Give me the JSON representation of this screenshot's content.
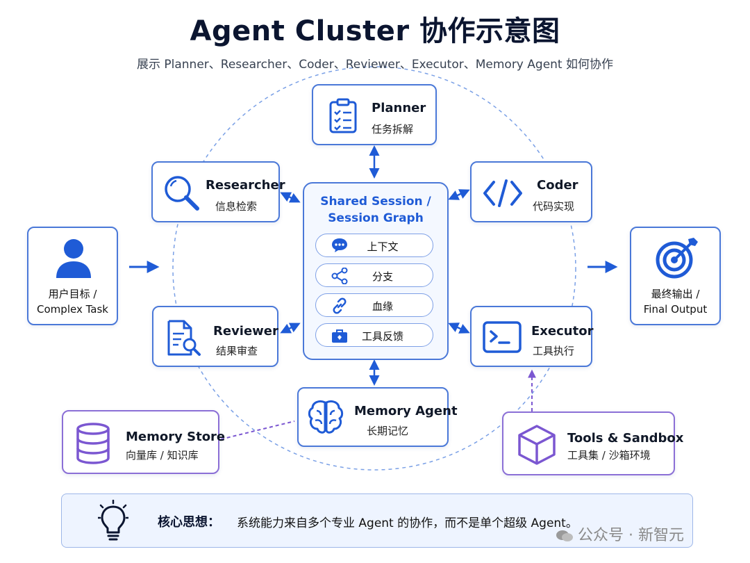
{
  "title": "Agent Cluster 协作示意图",
  "subtitle": "展示 Planner、Researcher、Coder、Reviewer、Executor、Memory Agent 如何协作",
  "nodes": {
    "planner": {
      "name": "Planner",
      "sub": "任务拆解",
      "icon": "clipboard-checklist-icon"
    },
    "researcher": {
      "name": "Researcher",
      "sub": "信息检索",
      "icon": "magnifier-icon"
    },
    "coder": {
      "name": "Coder",
      "sub": "代码实现",
      "icon": "code-brackets-icon"
    },
    "reviewer": {
      "name": "Reviewer",
      "sub": "结果审查",
      "icon": "document-search-icon"
    },
    "executor": {
      "name": "Executor",
      "sub": "工具执行",
      "icon": "terminal-icon"
    },
    "memory_agent": {
      "name": "Memory Agent",
      "sub": "长期记忆",
      "icon": "brain-icon"
    },
    "memory_store": {
      "name": "Memory Store",
      "sub": "向量库 / 知识库",
      "icon": "database-icon"
    },
    "tools_sandbox": {
      "name": "Tools & Sandbox",
      "sub": "工具集 / 沙箱环境",
      "icon": "cube-icon"
    }
  },
  "input": {
    "line1": "用户目标 /",
    "line2": "Complex Task",
    "icon": "user-icon"
  },
  "output": {
    "line1": "最终输出 /",
    "line2": "Final Output",
    "icon": "target-icon"
  },
  "shared": {
    "title_line1": "Shared Session /",
    "title_line2": "Session Graph",
    "items": [
      {
        "label": "上下文",
        "icon": "chat-bubble-icon"
      },
      {
        "label": "分支",
        "icon": "branch-icon"
      },
      {
        "label": "血缘",
        "icon": "link-icon"
      },
      {
        "label": "工具反馈",
        "icon": "toolbox-icon"
      }
    ]
  },
  "insight": {
    "label": "核心思想：",
    "text": "系统能力来自多个专业 Agent 的协作，而不是单个超级 Agent。",
    "icon": "lightbulb-icon"
  },
  "watermark": "公众号 · 新智元",
  "colors": {
    "accent": "#1f5bd6",
    "border": "#4a78d8",
    "purple": "#7b57d1",
    "ring": "#7aa0e6"
  }
}
